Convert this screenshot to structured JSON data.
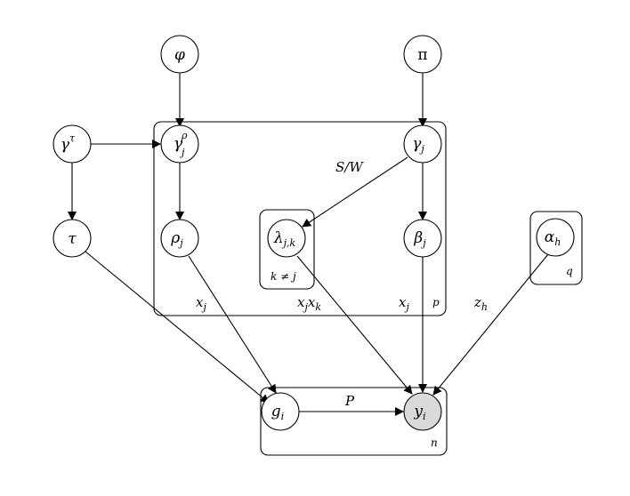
{
  "nodes": {
    "varphi": "φ",
    "pi": "π",
    "gamma_tau": {
      "base": "γ",
      "sup": "τ"
    },
    "gamma_rho": {
      "base": "γ",
      "sup": "ρ",
      "sub": "j"
    },
    "gamma_j": {
      "base": "γ",
      "sub": "j"
    },
    "tau": "τ",
    "rho_j": {
      "base": "ρ",
      "sub": "j"
    },
    "lambda_jk": {
      "base": "λ",
      "sub": "j,k"
    },
    "beta_j": {
      "base": "β",
      "sub": "j"
    },
    "alpha_h": {
      "base": "α",
      "sub": "h"
    },
    "g_i": {
      "base": "g",
      "sub": "i"
    },
    "y_i": {
      "base": "y",
      "sub": "i"
    }
  },
  "edge_labels": {
    "sw": "S/W",
    "p": "P",
    "xj_left": {
      "base": "x",
      "sub": "j"
    },
    "xjxk": {
      "base1": "x",
      "sub1": "j",
      "base2": "x",
      "sub2": "k"
    },
    "xj_right": {
      "base": "x",
      "sub": "j"
    },
    "zh": {
      "base": "z",
      "sub": "h"
    }
  },
  "plates": {
    "outer": "p",
    "inner": "k ≠ j",
    "alpha": "q",
    "bottom": "n"
  }
}
